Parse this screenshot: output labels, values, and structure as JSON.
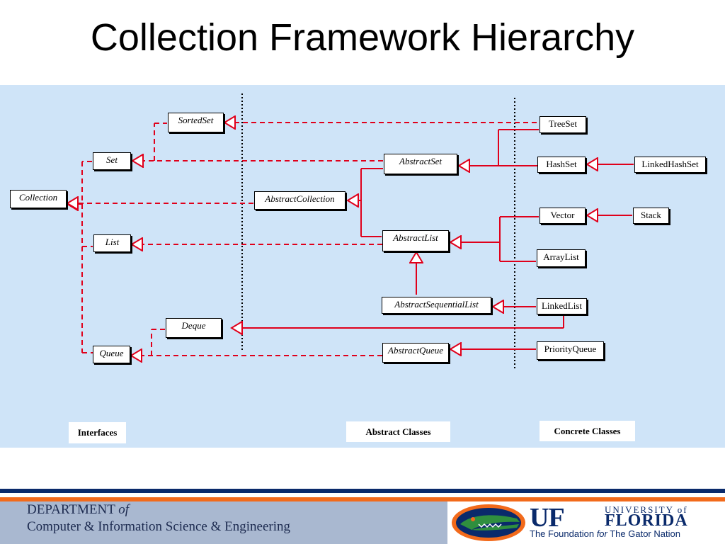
{
  "title": "Collection Framework Hierarchy",
  "nodes": {
    "collection": "Collection",
    "set": "Set",
    "sortedset": "SortedSet",
    "list": "List",
    "deque": "Deque",
    "queue": "Queue",
    "abstractcollection": "AbstractCollection",
    "abstractset": "AbstractSet",
    "abstractlist": "AbstractList",
    "abstractsequentiallist": "AbstractSequentialList",
    "abstractqueue": "AbstractQueue",
    "treeset": "TreeSet",
    "hashset": "HashSet",
    "linkedhashset": "LinkedHashSet",
    "vector": "Vector",
    "stack": "Stack",
    "arraylist": "ArrayList",
    "linkedlist": "LinkedList",
    "priorityqueue": "PriorityQueue"
  },
  "section_labels": {
    "interfaces": "Interfaces",
    "abstract_classes": "Abstract Classes",
    "concrete_classes": "Concrete Classes"
  },
  "footer": {
    "dept_line1": "DEPARTMENT",
    "dept_of": "of",
    "dept_line2": "Computer & Information Science & Engineering",
    "uf": "UF",
    "university_of": "UNIVERSITY of",
    "florida": "FLORIDA",
    "tagline_1": "The Foundation ",
    "tagline_for": "for",
    "tagline_2": " The Gator Nation"
  },
  "colors": {
    "diagram_background": "#cfe4f8",
    "link_color": "#e0001b",
    "footer_blue": "#0a2a6b",
    "footer_orange": "#f26a1b"
  }
}
